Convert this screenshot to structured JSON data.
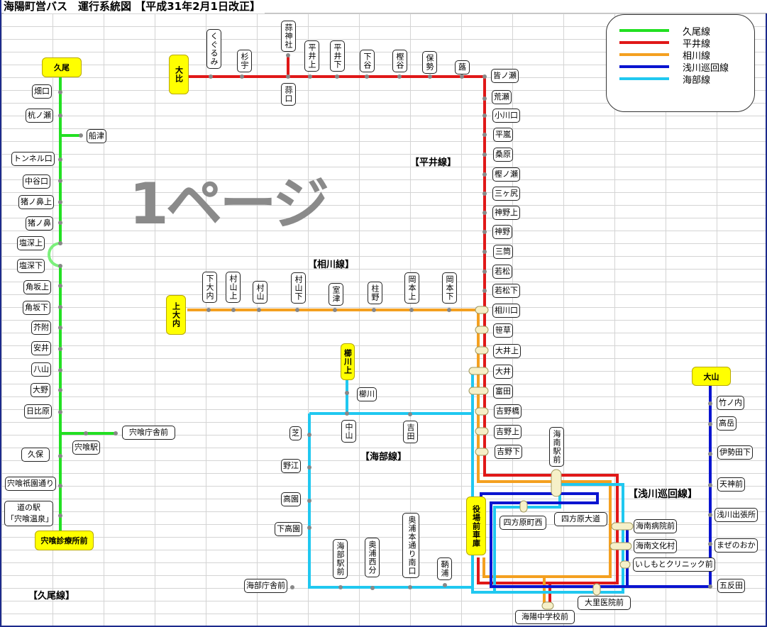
{
  "title": "海陽町営バス　運行系統図 【平成31年2月1日改正】",
  "watermark": "1ページ",
  "legend": [
    {
      "label": "久尾線",
      "color": "#22e022"
    },
    {
      "label": "平井線",
      "color": "#e01818"
    },
    {
      "label": "相川線",
      "color": "#f4a020"
    },
    {
      "label": "浅川巡回線",
      "color": "#0a14d0"
    },
    {
      "label": "海部線",
      "color": "#20c8f0"
    }
  ],
  "route_labels": {
    "kuo": "【久尾線】",
    "hirai": "【平井線】",
    "aikawa": "【相川線】",
    "kaifu": "【海部線】",
    "asakawa": "【浅川巡回線】"
  },
  "terminals": {
    "kuo": "久尾",
    "shishikui_clinic": "宍喰診療所前",
    "ohi": "大比",
    "kamiouchi": "上大内",
    "kushikawakami": "櫛川上",
    "yakuba": "役場前車庫",
    "oyama": "大山"
  },
  "kuo_stops": [
    "畑口",
    "杭ノ瀬",
    "船津",
    "トンネル口",
    "中谷口",
    "猪ノ鼻上",
    "猪ノ鼻",
    "塩深上",
    "塩深下",
    "角坂上",
    "角坂下",
    "芥附",
    "安井",
    "八山",
    "大野",
    "日比原",
    "宍喰庁舎前",
    "宍喰駅",
    "久保",
    "宍喰祇園通り",
    "道の駅\n「宍喰温泉」"
  ],
  "hirai_stops": [
    "くぐるみ",
    "杉宇",
    "蒜神社",
    "平井上",
    "平井下",
    "下谷",
    "樫谷",
    "保勢",
    "蕗",
    "蒜口",
    "皆ノ瀬",
    "荒瀬",
    "小川口",
    "平嵐",
    "桑原",
    "樫ノ瀬",
    "三ヶ尻",
    "神野上",
    "神野",
    "三筒",
    "若松",
    "若松下",
    "相川口",
    "笹草",
    "大井上",
    "大井",
    "富田",
    "吉野橋",
    "吉野上",
    "吉野下"
  ],
  "aikawa_stops": [
    "下大内",
    "村山上",
    "村山",
    "村山下",
    "室津",
    "柱野",
    "岡本上",
    "岡本下"
  ],
  "kaifu_stops": [
    "櫛川",
    "中山",
    "吉田",
    "芝",
    "野江",
    "高園",
    "下高園",
    "海部庁舎前",
    "海部駅前",
    "奥浦西分",
    "奥浦本通り南口",
    "鞆浦"
  ],
  "asakawa_stops": [
    "竹ノ内",
    "高岳",
    "伊勢田下",
    "天神前",
    "浅川出張所",
    "まぜのおか",
    "五反田",
    "海南駅前",
    "四方原町西",
    "四方原大道",
    "海南病院前",
    "海南文化村",
    "いしもとクリニック前",
    "大里医院前",
    "海陽中学校前"
  ]
}
